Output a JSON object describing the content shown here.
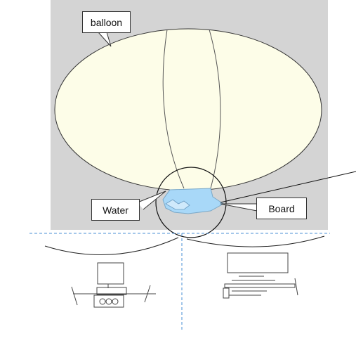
{
  "labels": {
    "balloon": "balloon",
    "water": "Water",
    "board": "Board"
  },
  "colors": {
    "background_panel": "#d4d4d4",
    "balloon_fill": "#fdfde8",
    "water_fill": "#a8d8f8",
    "dashed_line": "#4a8fd4",
    "outline": "#333333"
  }
}
